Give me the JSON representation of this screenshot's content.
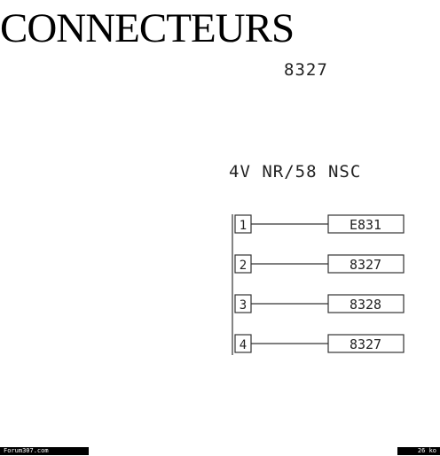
{
  "title": "CONNECTEURS",
  "connector_ref": "8327",
  "connector_spec": "4V NR/58 NSC",
  "pins": [
    {
      "pin": "1",
      "wire": "E831"
    },
    {
      "pin": "2",
      "wire": "8327"
    },
    {
      "pin": "3",
      "wire": "8328"
    },
    {
      "pin": "4",
      "wire": "8327"
    }
  ],
  "footer": {
    "source": "Forum307.com",
    "size": "26 ko"
  }
}
